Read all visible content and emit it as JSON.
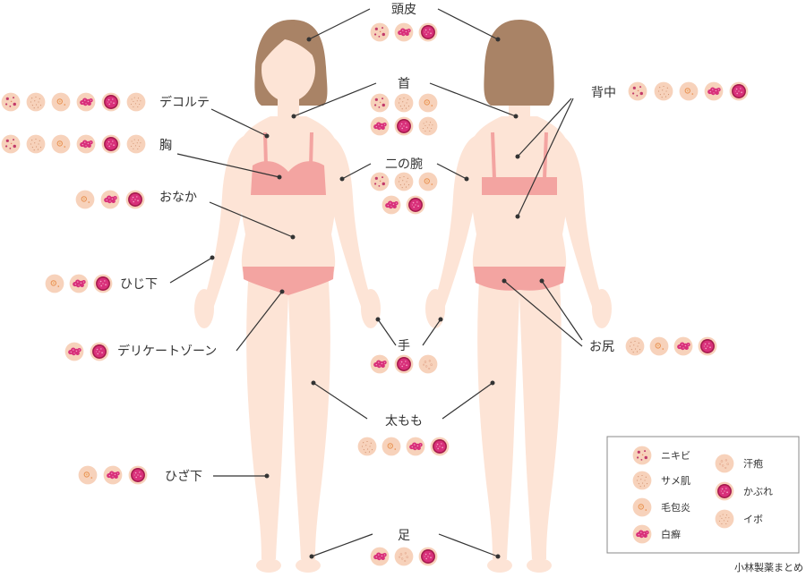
{
  "colors": {
    "skin": "#fde4d6",
    "hair": "#a98366",
    "underwear": "#f3a4a1",
    "leader": "#333333",
    "icon_bg": "#f7d2bb",
    "icon_accent": "#d8307a",
    "icon_dark": "#a01a4d"
  },
  "conditions": {
    "acne": "ニキビ",
    "shark": "サメ肌",
    "folliculitis": "毛包炎",
    "ringworm": "白癬",
    "miliaria": "汗疱",
    "rash": "かぶれ",
    "wart": "イボ"
  },
  "regions": {
    "scalp": "頭皮",
    "neck": "首",
    "decollete": "デコルテ",
    "chest": "胸",
    "upperarm": "二の腕",
    "back": "背中",
    "belly": "おなか",
    "underelbow": "ひじ下",
    "hand": "手",
    "delicate": "デリケートゾーン",
    "buttocks": "お尻",
    "thigh": "太もも",
    "underknee": "ひざ下",
    "foot": "足"
  },
  "credit": "小林製薬まとめ"
}
